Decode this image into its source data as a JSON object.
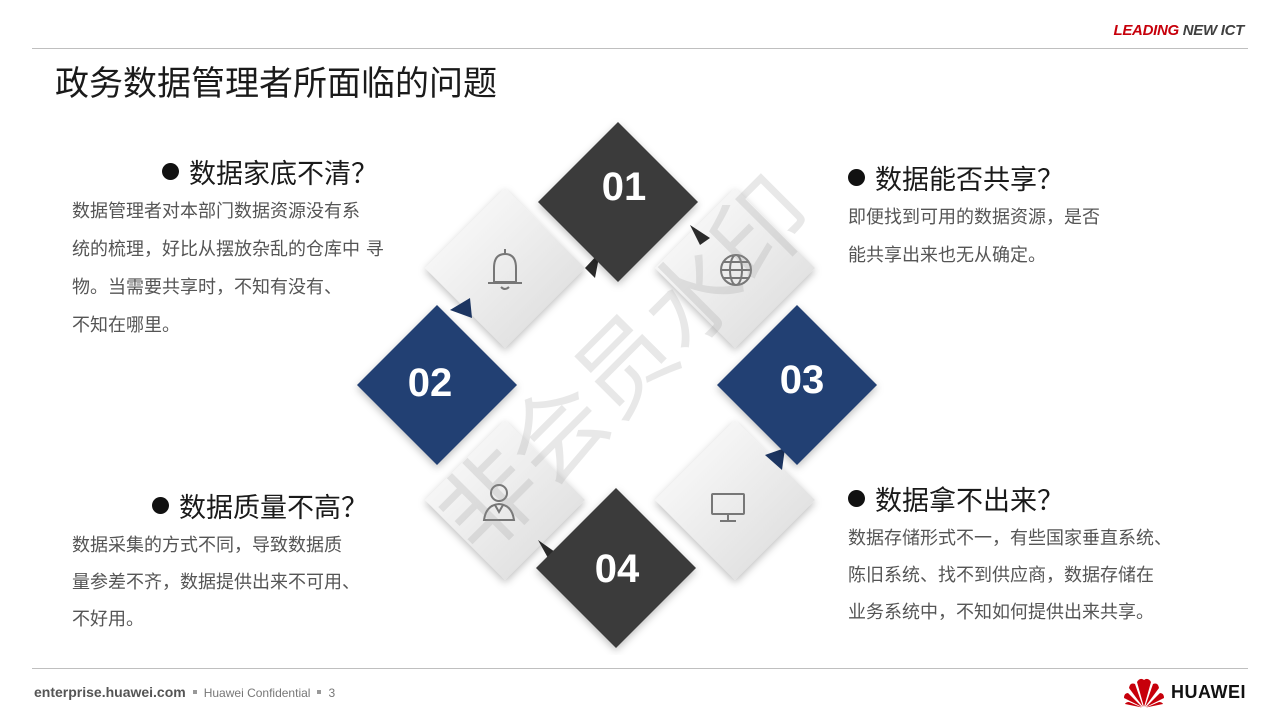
{
  "header": {
    "tagline_part1": "LEADING",
    "tagline_part2": "NEW ICT"
  },
  "title": "政务数据管理者所面临的问题",
  "items": [
    {
      "number": "01",
      "heading": "数据家底不清？",
      "lines": [
        "数据管理者对本部门数据资源没有系",
        "统的梳理，好比从摆放杂乱的仓库中 寻",
        "物。当需要共享时，不知有没有、",
        "不知在哪里。"
      ],
      "icon": "bell-icon"
    },
    {
      "number": "02",
      "heading": "数据质量不高？",
      "lines": [
        "数据采集的方式不同，导致数据质",
        "量参差不齐，数据提供出来不可用、",
        "不好用。"
      ],
      "icon": "user-icon"
    },
    {
      "number": "03",
      "heading": "数据能否共享？",
      "lines": [
        "即便找到可用的数据资源，是否",
        "能共享出来也无从确定。"
      ],
      "icon": "globe-icon"
    },
    {
      "number": "04",
      "heading": "数据拿不出来？",
      "lines": [
        "数据存储形式不一，有些国家垂直系统、",
        "陈旧系统、找不到供应商，数据存储在",
        "业务系统中，不知如何提供出来共享。"
      ],
      "icon": "monitor-icon"
    }
  ],
  "watermark": "非会员水印",
  "footer": {
    "site": "enterprise.huawei.com",
    "confidential": "Huawei Confidential",
    "page": "3"
  },
  "logo_text": "HUAWEI",
  "colors": {
    "dark": "#3b3b3b",
    "blue": "#223f73",
    "accent_red": "#c7000b"
  }
}
